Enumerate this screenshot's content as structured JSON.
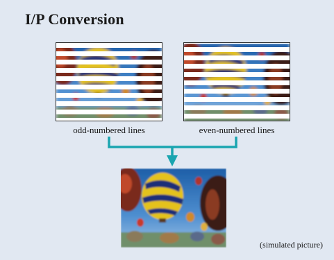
{
  "title": "I/P Conversion",
  "fields": {
    "odd_label": "odd-numbered lines",
    "even_label": "even-numbered lines"
  },
  "footnote": "(simulated picture)",
  "colors": {
    "panel_bg": "#e1e8f2",
    "arrow": "#1aa5b0",
    "stripe_gap": "#ffffff",
    "sky": "#2f6fb8"
  },
  "icons": {
    "arrow": "down-arrow-icon"
  }
}
